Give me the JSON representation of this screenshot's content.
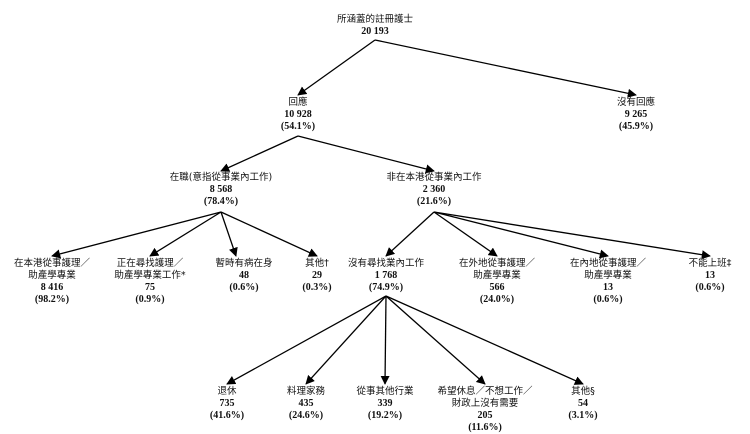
{
  "nodes": {
    "root": {
      "label": "所涵蓋的註冊護士",
      "count": "20 193"
    },
    "responded": {
      "label": "回應",
      "count": "10 928",
      "pct": "(54.1%)"
    },
    "no_response": {
      "label": "沒有回應",
      "count": "9 265",
      "pct": "(45.9%)"
    },
    "employed": {
      "label": "在職(意指從事業內工作)",
      "count": "8 568",
      "pct": "(78.4%)"
    },
    "not_local": {
      "label": "非在本港從事業內工作",
      "count": "2 360",
      "pct": "(21.6%)"
    },
    "local_nursing": {
      "label1": "在本港從事護理／",
      "label2": "助產學專業",
      "count": "8 416",
      "pct": "(98.2%)"
    },
    "seeking": {
      "label1": "正在尋找護理／",
      "label2": "助產學專業工作*",
      "count": "75",
      "pct": "(0.9%)"
    },
    "sick_leave": {
      "label": "暫時有病在身",
      "count": "48",
      "pct": "(0.6%)"
    },
    "others1": {
      "label": "其他†",
      "count": "29",
      "pct": "(0.3%)"
    },
    "not_seeking": {
      "label": "沒有尋找業內工作",
      "count": "1 768",
      "pct": "(74.9%)"
    },
    "overseas": {
      "label1": "在外地從事護理／",
      "label2": "助產學專業",
      "count": "566",
      "pct": "(24.0%)"
    },
    "mainland": {
      "label1": "在內地從事護理／",
      "label2": "助產學專業",
      "count": "13",
      "pct": "(0.6%)"
    },
    "unable": {
      "label": "不能上班‡",
      "count": "13",
      "pct": "(0.6%)"
    },
    "retired": {
      "label": "退休",
      "count": "735",
      "pct": "(41.6%)"
    },
    "housework": {
      "label": "料理家務",
      "count": "435",
      "pct": "(24.6%)"
    },
    "other_industry": {
      "label": "從事其他行業",
      "count": "339",
      "pct": "(19.2%)"
    },
    "rest": {
      "label1": "希望休息／不想工作／",
      "label2": "財政上沒有需要",
      "count": "205",
      "pct": "(11.6%)"
    },
    "others2": {
      "label": "其他§",
      "count": "54",
      "pct": "(3.1%)"
    }
  },
  "edges": [
    [
      "root",
      "responded"
    ],
    [
      "root",
      "no_response"
    ],
    [
      "responded",
      "employed"
    ],
    [
      "responded",
      "not_local"
    ],
    [
      "employed",
      "local_nursing"
    ],
    [
      "employed",
      "seeking"
    ],
    [
      "employed",
      "sick_leave"
    ],
    [
      "employed",
      "others1"
    ],
    [
      "not_local",
      "not_seeking"
    ],
    [
      "not_local",
      "overseas"
    ],
    [
      "not_local",
      "mainland"
    ],
    [
      "not_local",
      "unable"
    ],
    [
      "not_seeking",
      "retired"
    ],
    [
      "not_seeking",
      "housework"
    ],
    [
      "not_seeking",
      "other_industry"
    ],
    [
      "not_seeking",
      "rest"
    ],
    [
      "not_seeking",
      "others2"
    ]
  ]
}
